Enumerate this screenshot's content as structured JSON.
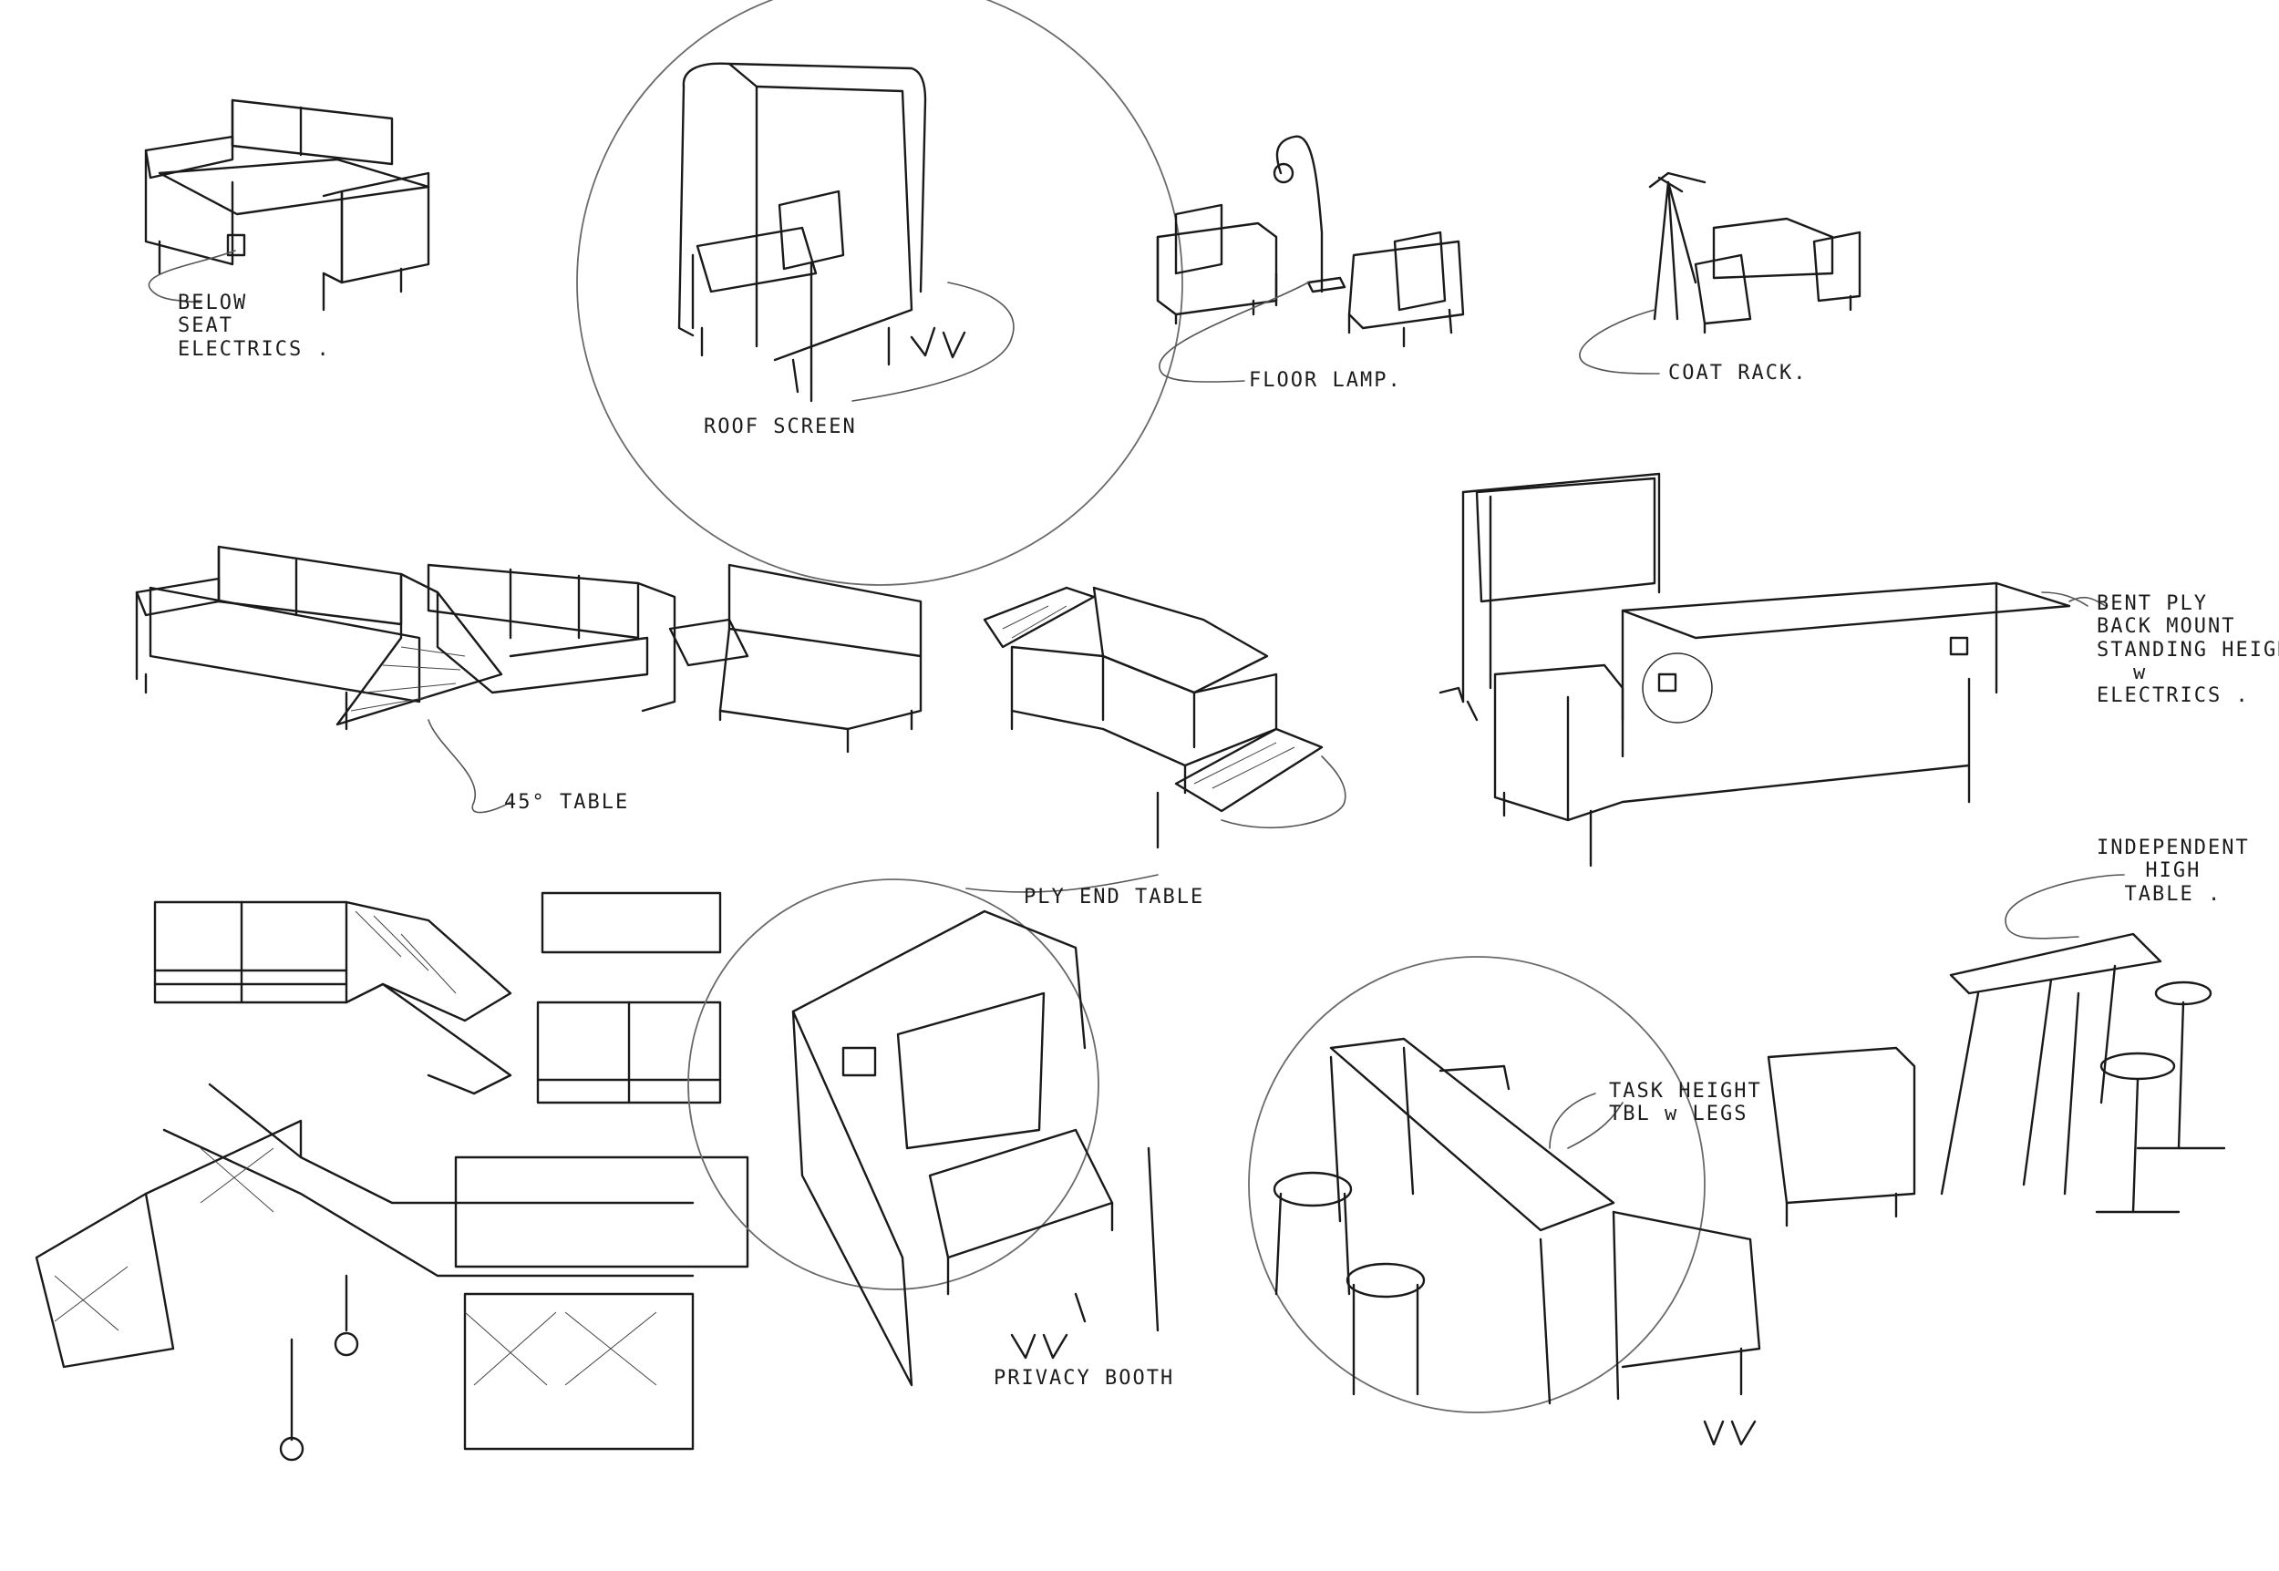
{
  "annotations": {
    "below_seat": [
      "BELOW",
      "SEAT",
      "ELECTRICS ."
    ],
    "roof_screen": "ROOF SCREEN",
    "floor_lamp": "FLOOR LAMP.",
    "coat_rack": "COAT RACK.",
    "bent_ply": [
      "BENT PLY",
      "BACK MOUNT",
      "STANDING HEIGHT",
      "w",
      "ELECTRICS ."
    ],
    "table_45": "45° TABLE",
    "ply_end_table": "PLY END TABLE",
    "independent_table": [
      "INDEPENDENT",
      "HIGH",
      "TABLE ."
    ],
    "task_height": [
      "TASK HEIGHT",
      "TBL w LEGS"
    ],
    "privacy_booth": "PRIVACY BOOTH"
  },
  "signatures": [
    "VV",
    "VV",
    "VV"
  ],
  "colors": {
    "ink": "#1a1a1a",
    "paper": "#ffffff",
    "guide_circle": "#6a6a6a"
  }
}
